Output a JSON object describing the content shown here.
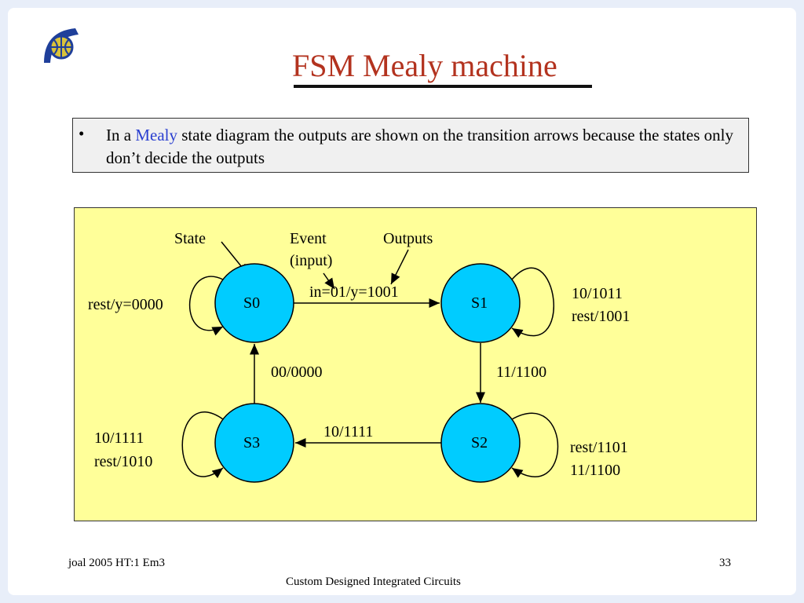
{
  "slide": {
    "title": "FSM Mealy machine",
    "bullet_symbol": "•",
    "bullet_prefix": "In a ",
    "bullet_highlight": "Mealy",
    "bullet_suffix": " state diagram the outputs are shown on the transition arrows because the states only don’t decide the outputs",
    "colors": {
      "title": "#b3331f",
      "highlight": "#2a3fd0",
      "diagram_bg": "#ffff99",
      "state_fill": "#00ccff"
    }
  },
  "diagram": {
    "annotations": {
      "state": "State",
      "event": "Event",
      "event_sub": "(input)",
      "outputs": "Outputs"
    },
    "states": [
      "S0",
      "S1",
      "S2",
      "S3"
    ],
    "transitions": {
      "s0_s1": "in=01/y=1001",
      "s0_self": "rest/y=0000",
      "s1_self_1": "10/1011",
      "s1_self_2": "rest/1001",
      "s1_s2": "11/1100",
      "s2_self_1": "rest/1101",
      "s2_self_2": "11/1100",
      "s2_s3": "10/1111",
      "s3_s0": "00/0000",
      "s3_self_1": "10/1111",
      "s3_self_2": "rest/1010"
    }
  },
  "footer": {
    "left": "joal 2005 HT:1 Em3",
    "page": "33",
    "center": "Custom Designed Integrated Circuits"
  }
}
